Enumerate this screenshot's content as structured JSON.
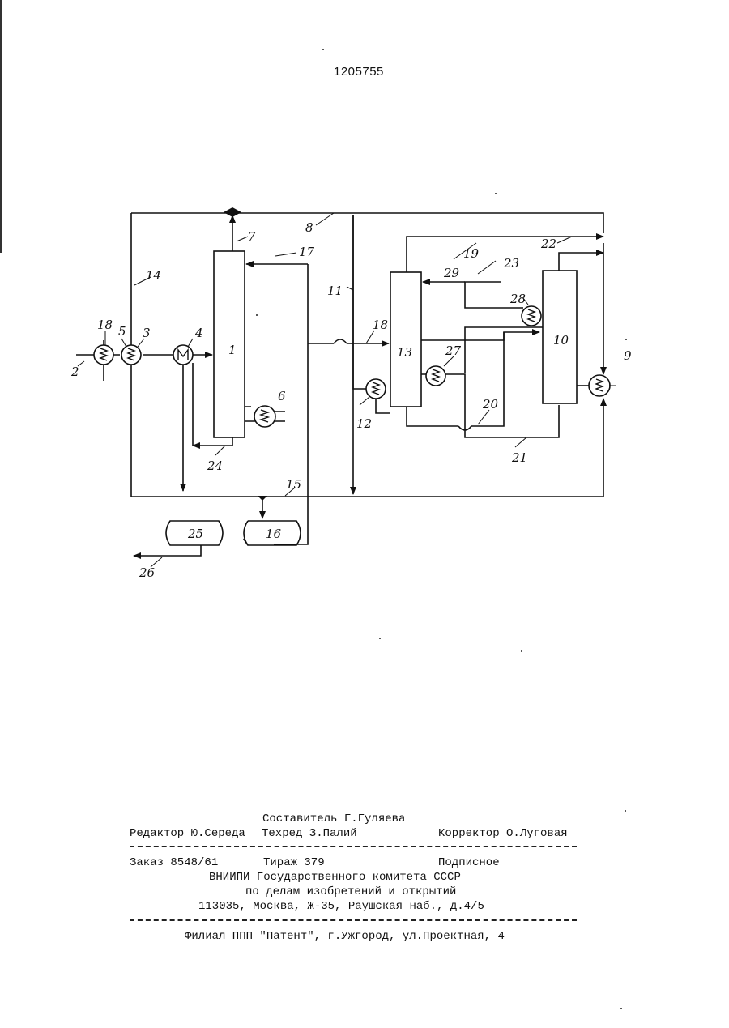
{
  "header": {
    "patent_number": "1205755"
  },
  "diagram": {
    "labels": [
      "1",
      "2",
      "3",
      "4",
      "5",
      "6",
      "7",
      "8",
      "9",
      "10",
      "11",
      "12",
      "13",
      "14",
      "15",
      "16",
      "17",
      "18",
      "18",
      "19",
      "20",
      "21",
      "22",
      "23",
      "24",
      "25",
      "26",
      "27",
      "28",
      "29"
    ]
  },
  "footer": {
    "compiler": "Составитель Г.Гуляева",
    "editor": "Редактор Ю.Середа",
    "techred": "Техред З.Палий",
    "corrector": "Корректор О.Луговая",
    "order": "Заказ 8548/61",
    "circulation": "Тираж 379",
    "subscription": "Подписное",
    "org1": "ВНИИПИ Государственного комитета СССР",
    "org2": "по делам изобретений и открытий",
    "address": "113035, Москва, Ж-35, Раушская наб., д.4/5",
    "branch": "Филиал ППП \"Патент\", г.Ужгород, ул.Проектная, 4"
  }
}
